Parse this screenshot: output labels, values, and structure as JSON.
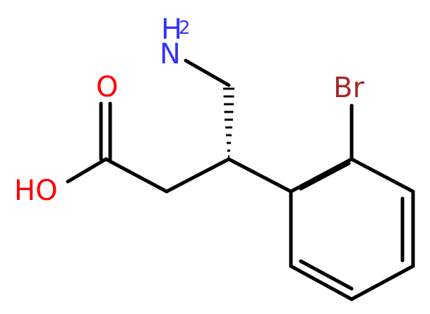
{
  "molecule": {
    "atoms": {
      "nh2": {
        "element": "N",
        "h_label": "H",
        "h_count": "2",
        "color": "#3333ff"
      },
      "o_carbonyl": {
        "element": "O",
        "color": "#ff0000"
      },
      "oh": {
        "text": "HO",
        "color": "#ff0000"
      },
      "br": {
        "text": "Br",
        "color": "#a62929"
      }
    },
    "bond_color": "#000000"
  }
}
